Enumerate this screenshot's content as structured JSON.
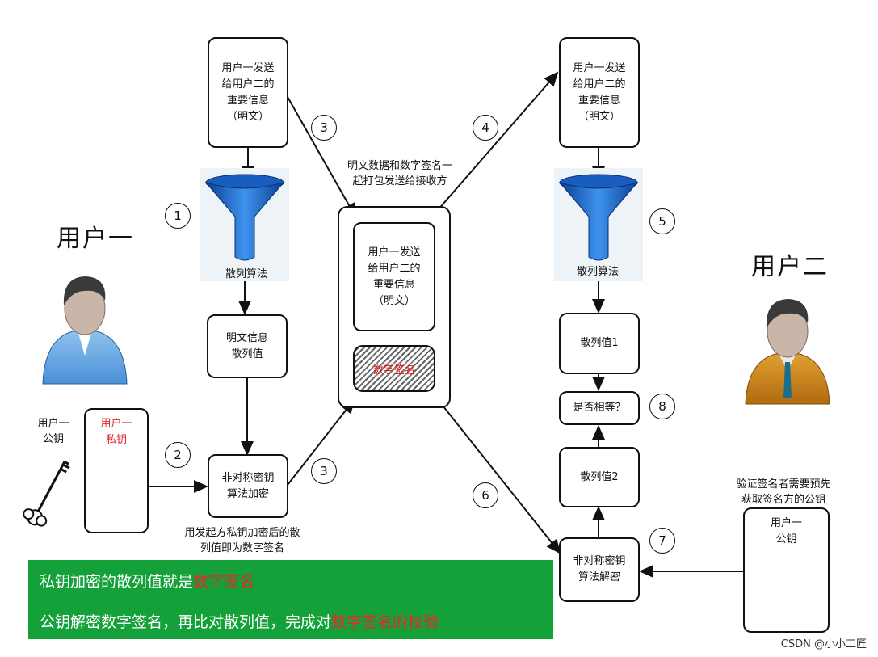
{
  "user1": {
    "title": "用户一",
    "public_key_label": "用户一\n公钥",
    "private_key_label": "用户一\n私钥"
  },
  "user2": {
    "title": "用户二"
  },
  "plaintext_box": "用户一发送\n给用户二的\n重要信息\n（明文）",
  "hash_algo_label": "散列算法",
  "hash_value_box": "明文信息\n散列值",
  "encrypt_box": "非对称密钥\n算法加密",
  "decrypt_box": "非对称密钥\n算法解密",
  "digital_signature": "数字签名",
  "package_caption": "明文数据和数字签名一\n起打包发送给接收方",
  "signature_caption": "用发起方私钥加密后的散\n列值即为数字签名",
  "hash1_box": "散列值1",
  "hash2_box": "散列值2",
  "compare_box": "是否相等？",
  "verify_caption": "验证签名者需要预先\n获取签名方的公钥",
  "verifier_key_label": "用户一\n公钥",
  "steps": [
    "1",
    "2",
    "3",
    "3",
    "4",
    "5",
    "6",
    "7",
    "8"
  ],
  "banner": {
    "line1_prefix": "私钥加密的散列值就是",
    "line1_highlight": "数字签名",
    "line2_prefix": "公钥解密数字签名，再比对散列值，完成对",
    "line2_highlight": "数字签名的校验"
  },
  "watermark": "CSDN @小小工匠",
  "colors": {
    "banner": "#14a13a",
    "highlight": "#e8262c",
    "funnel": "#1f6fd1",
    "private_key": "#e0262b"
  }
}
